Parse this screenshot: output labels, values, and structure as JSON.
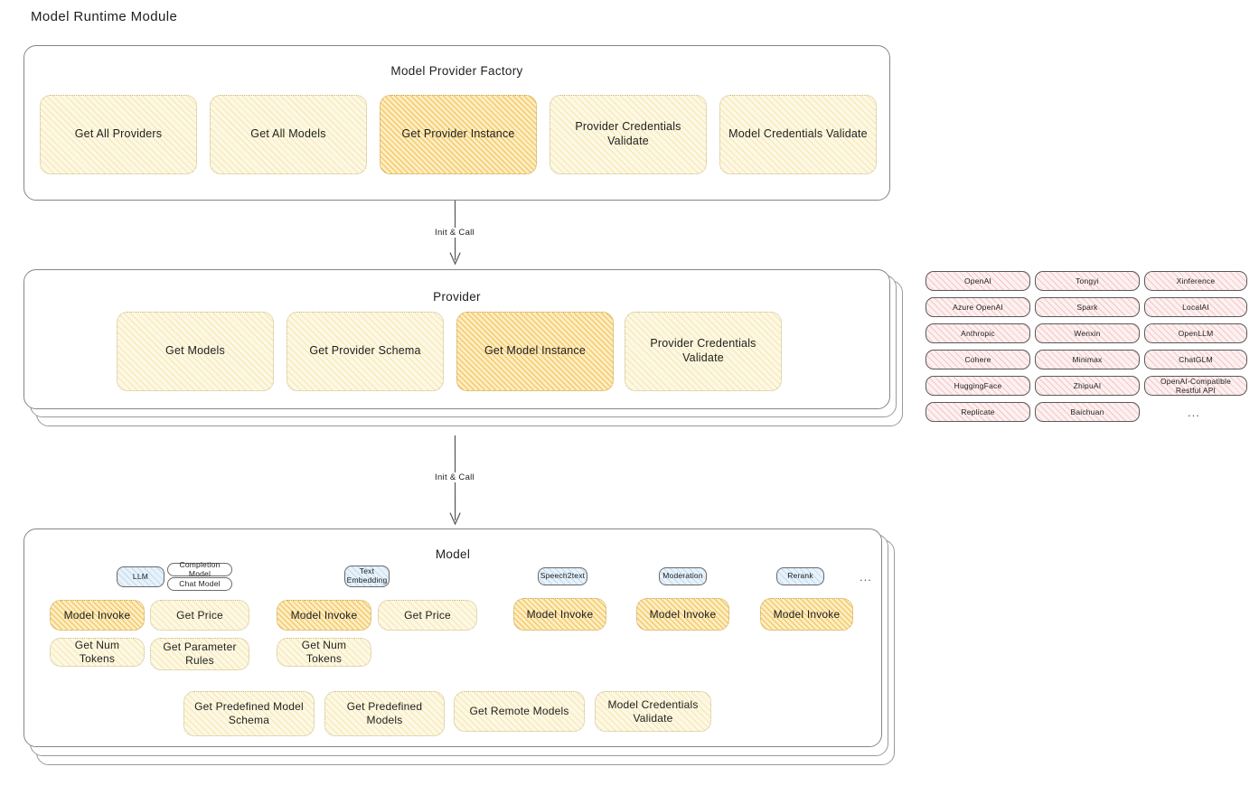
{
  "page": {
    "title": "Model Runtime Module"
  },
  "factory": {
    "title": "Model Provider Factory",
    "boxes": [
      {
        "label": "Get All Providers",
        "highlight": false
      },
      {
        "label": "Get All Models",
        "highlight": false
      },
      {
        "label": "Get Provider Instance",
        "highlight": true
      },
      {
        "label": "Provider Credentials Validate",
        "highlight": false
      },
      {
        "label": "Model Credentials Validate",
        "highlight": false
      }
    ]
  },
  "arrows": [
    {
      "label": "Init & Call"
    },
    {
      "label": "Init & Call"
    }
  ],
  "provider": {
    "title": "Provider",
    "boxes": [
      {
        "label": "Get Models",
        "highlight": false
      },
      {
        "label": "Get Provider Schema",
        "highlight": false
      },
      {
        "label": "Get Model Instance",
        "highlight": true
      },
      {
        "label": "Provider Credentials Validate",
        "highlight": false
      }
    ]
  },
  "provider_list": {
    "columns": [
      [
        "OpenAI",
        "Azure OpenAI",
        "Anthropic",
        "Cohere",
        "HuggingFace",
        "Replicate"
      ],
      [
        "Tongyi",
        "Spark",
        "Wenxin",
        "Minimax",
        "ZhipuAI",
        "Baichuan"
      ],
      [
        "Xinference",
        "LocalAI",
        "OpenLLM",
        "ChatGLM",
        "OpenAI-Compatible Restful API"
      ]
    ],
    "more": "..."
  },
  "model": {
    "title": "Model",
    "more": "...",
    "groups": [
      {
        "badges": [
          {
            "label": "LLM",
            "style": "blue"
          },
          {
            "label": "Completion Model",
            "style": "plain"
          },
          {
            "label": "Chat Model",
            "style": "plain"
          }
        ],
        "boxes": [
          {
            "label": "Model Invoke",
            "highlight": true
          },
          {
            "label": "Get Price",
            "highlight": false
          },
          {
            "label": "Get Num Tokens",
            "highlight": false
          },
          {
            "label": "Get Parameter Rules",
            "highlight": false
          }
        ]
      },
      {
        "badges": [
          {
            "label": "Text Embedding",
            "style": "blue"
          }
        ],
        "boxes": [
          {
            "label": "Model Invoke",
            "highlight": true
          },
          {
            "label": "Get Price",
            "highlight": false
          },
          {
            "label": "Get Num Tokens",
            "highlight": false
          }
        ]
      },
      {
        "badges": [
          {
            "label": "Speech2text",
            "style": "blue"
          }
        ],
        "boxes": [
          {
            "label": "Model Invoke",
            "highlight": true
          }
        ]
      },
      {
        "badges": [
          {
            "label": "Moderation",
            "style": "blue"
          }
        ],
        "boxes": [
          {
            "label": "Model Invoke",
            "highlight": true
          }
        ]
      },
      {
        "badges": [
          {
            "label": "Rerank",
            "style": "blue"
          }
        ],
        "boxes": [
          {
            "label": "Model Invoke",
            "highlight": true
          }
        ]
      }
    ],
    "shared_boxes": [
      {
        "label": "Get Predefined Model Schema"
      },
      {
        "label": "Get Predefined Models"
      },
      {
        "label": "Get Remote Models"
      },
      {
        "label": "Model Credentials Validate"
      }
    ]
  },
  "colors": {
    "cream": "#fdf8e4",
    "amber": "#fdeec4",
    "pink": "#fdf0f0",
    "blue": "#e7f2fb",
    "frame_border": "#868686"
  }
}
